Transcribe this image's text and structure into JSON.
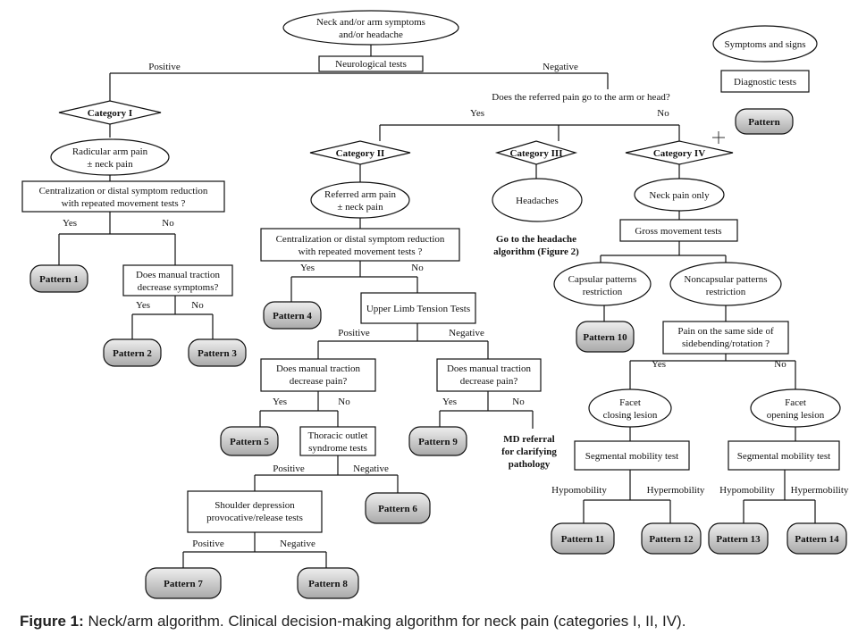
{
  "legend": {
    "symptoms": "Symptoms and signs",
    "tests": "Diagnostic tests",
    "pattern": "Pattern"
  },
  "nodes": {
    "root": [
      "Neck and/or arm symptoms",
      "and/or headache"
    ],
    "neuro": "Neurological tests",
    "referred_q": "Does the referred pain go to the arm or head?",
    "cat1": "Category I",
    "cat2": "Category II",
    "cat3": "Category III",
    "cat4": "Category IV",
    "radicular": [
      "Radicular arm pain",
      "± neck pain"
    ],
    "central1": [
      "Centralization or distal symptom reduction",
      "with repeated movement tests ?"
    ],
    "traction1": [
      "Does manual traction",
      "decrease symptoms?"
    ],
    "referred_arm": [
      "Referred arm pain",
      "± neck pain"
    ],
    "central2": [
      "Centralization or distal symptom reduction",
      "with repeated movement tests ?"
    ],
    "ultt": "Upper Limb Tension Tests",
    "traction2": [
      "Does manual traction",
      "decrease pain?"
    ],
    "traction3": [
      "Does manual traction",
      "decrease pain?"
    ],
    "thoracic": [
      "Thoracic outlet",
      "syndrome tests"
    ],
    "shoulder": [
      "Shoulder depression",
      "provocative/release tests"
    ],
    "md_referral": [
      "MD referral",
      "for clarifying",
      "pathology"
    ],
    "headaches": "Headaches",
    "headache_algo": [
      "Go to the headache",
      "algorithm (Figure 2)"
    ],
    "neck_only": "Neck pain only",
    "gross": "Gross movement tests",
    "capsular": [
      "Capsular patterns",
      "restriction"
    ],
    "noncapsular": [
      "Noncapsular patterns",
      "restriction"
    ],
    "same_side": [
      "Pain on the same side of",
      "sidebending/rotation ?"
    ],
    "facet_close": [
      "Facet",
      "closing lesion"
    ],
    "facet_open": [
      "Facet",
      "opening lesion"
    ],
    "seg1": "Segmental mobility test",
    "seg2": "Segmental mobility test"
  },
  "patterns": {
    "p1": "Pattern 1",
    "p2": "Pattern 2",
    "p3": "Pattern 3",
    "p4": "Pattern 4",
    "p5": "Pattern 5",
    "p6": "Pattern 6",
    "p7": "Pattern 7",
    "p8": "Pattern 8",
    "p9": "Pattern 9",
    "p10": "Pattern 10",
    "p11": "Pattern 11",
    "p12": "Pattern 12",
    "p13": "Pattern 13",
    "p14": "Pattern 14"
  },
  "edge_labels": {
    "positive": "Positive",
    "negative": "Negative",
    "yes": "Yes",
    "no": "No",
    "hypomobility": "Hypomobility",
    "hypermobility": "Hypermobility"
  },
  "caption": {
    "label": "Figure 1:",
    "text": " Neck/arm algorithm. Clinical decision-making algorithm for neck pain (categories I, II, IV)."
  }
}
